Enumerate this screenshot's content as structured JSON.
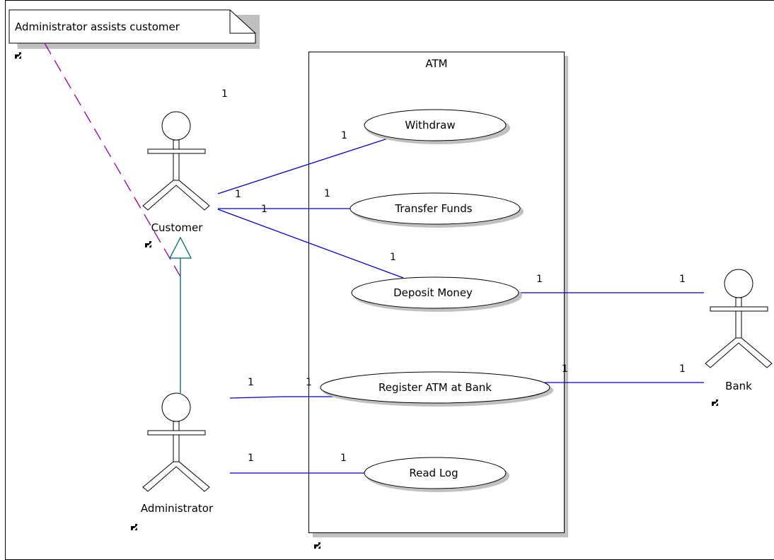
{
  "note": {
    "text": "Administrator assists customer"
  },
  "system": {
    "name": "ATM"
  },
  "actors": {
    "customer": {
      "label": "Customer"
    },
    "administrator": {
      "label": "Administrator"
    },
    "bank": {
      "label": "Bank"
    }
  },
  "use_cases": {
    "withdraw": "Withdraw",
    "transfer": "Transfer Funds",
    "deposit": "Deposit Money",
    "register": "Register ATM at Bank",
    "readlog": "Read Log"
  },
  "multiplicities": {
    "customer_top": "1",
    "withdraw_end": "1",
    "transfer_end": "1",
    "customer_transfer": "1",
    "customer_withdraw": "1",
    "deposit_end": "1",
    "deposit_bank_left": "1",
    "deposit_bank_right": "1",
    "admin_register": "1",
    "register_left": "1",
    "register_right": "1",
    "bank_register": "1",
    "admin_readlog": "1",
    "readlog_end": "1"
  },
  "colors": {
    "association": "#0000cc",
    "generalization": "#006666",
    "note_anchor": "#990099",
    "border": "#000000"
  }
}
